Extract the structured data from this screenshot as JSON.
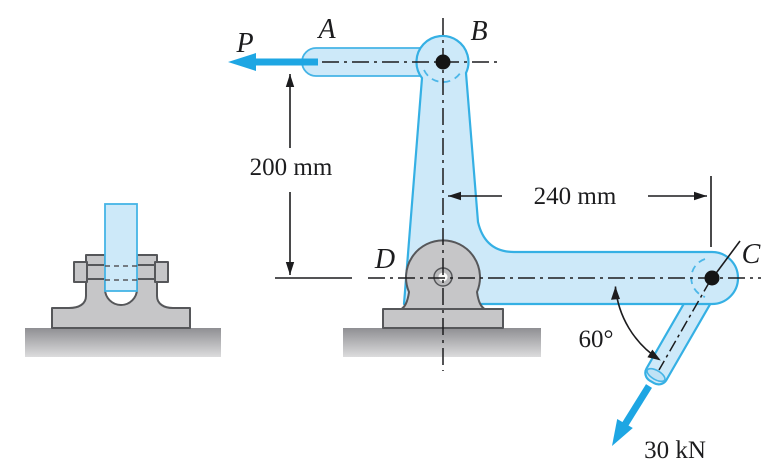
{
  "diagram": {
    "point_labels": {
      "a": "A",
      "b": "B",
      "c": "C",
      "d": "D"
    },
    "force_p": {
      "label": "P"
    },
    "force_c": {
      "label": "30 kN"
    },
    "dim_vertical": {
      "label": "200 mm"
    },
    "dim_horizontal": {
      "label": "240 mm"
    },
    "angle": {
      "label": "60°"
    },
    "colors": {
      "member_fill": "#cde9f9",
      "member_outline": "#35b0e4",
      "force_arrow": "#1ea6e3",
      "metal_fill": "#c6c6c8",
      "metal_outline": "#56575a",
      "ground_dark": "#909094",
      "ground_light": "#dcdcdd",
      "annotation": "#1c1c1e"
    }
  }
}
